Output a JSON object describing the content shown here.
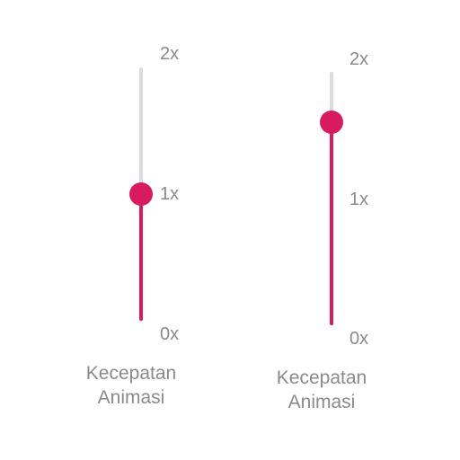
{
  "accent_color": "#d81b60",
  "track_color": "#dcdcdc",
  "sliders": [
    {
      "name": "left",
      "value": 1.0,
      "min": 0,
      "max": 2,
      "ticks": {
        "max_label": "2x",
        "mid_label": "1x",
        "min_label": "0x"
      },
      "caption": {
        "line1": "Kecepatan",
        "line2": "Animasi"
      }
    },
    {
      "name": "right",
      "value": 1.6,
      "min": 0,
      "max": 2,
      "ticks": {
        "max_label": "2x",
        "mid_label": "1x",
        "min_label": "0x"
      },
      "caption": {
        "line1": "Kecepatan",
        "line2": "Animasi"
      }
    }
  ]
}
